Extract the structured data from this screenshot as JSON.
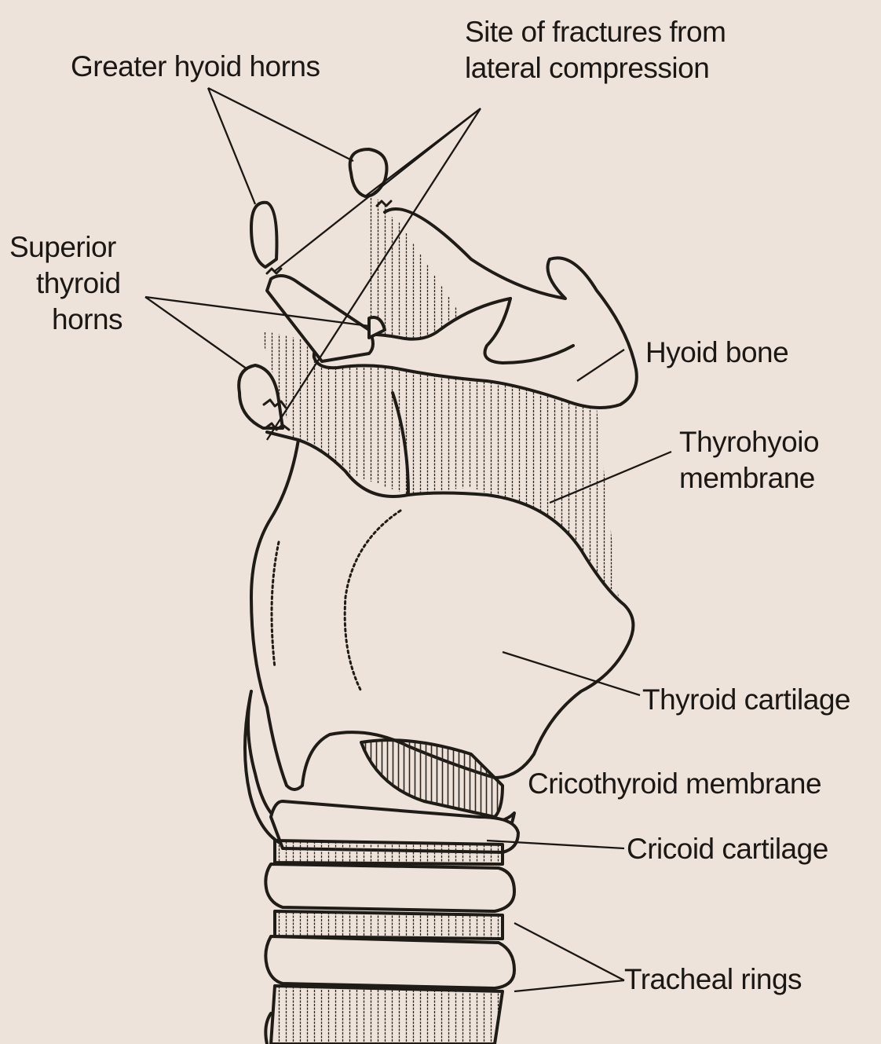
{
  "labels": {
    "greater_hyoid_horns": "Greater hyoid horns",
    "site_fractures_1": "Site of fractures from",
    "site_fractures_2": "lateral compression",
    "superior_thyroid_1": "Superior",
    "superior_thyroid_2": "thyroid",
    "superior_thyroid_3": "horns",
    "hyoid_bone": "Hyoid bone",
    "thyrohyoid_1": "Thyrohyoio",
    "thyrohyoid_2": "membrane",
    "thyroid_cartilage": "Thyroid cartilage",
    "cricothyroid_membrane": "Cricothyroid membrane",
    "cricoid_cartilage": "Cricoid cartilage",
    "tracheal_rings": "Tracheal rings"
  },
  "colors": {
    "paper": "#eee3da",
    "ink": "#1a1714"
  }
}
